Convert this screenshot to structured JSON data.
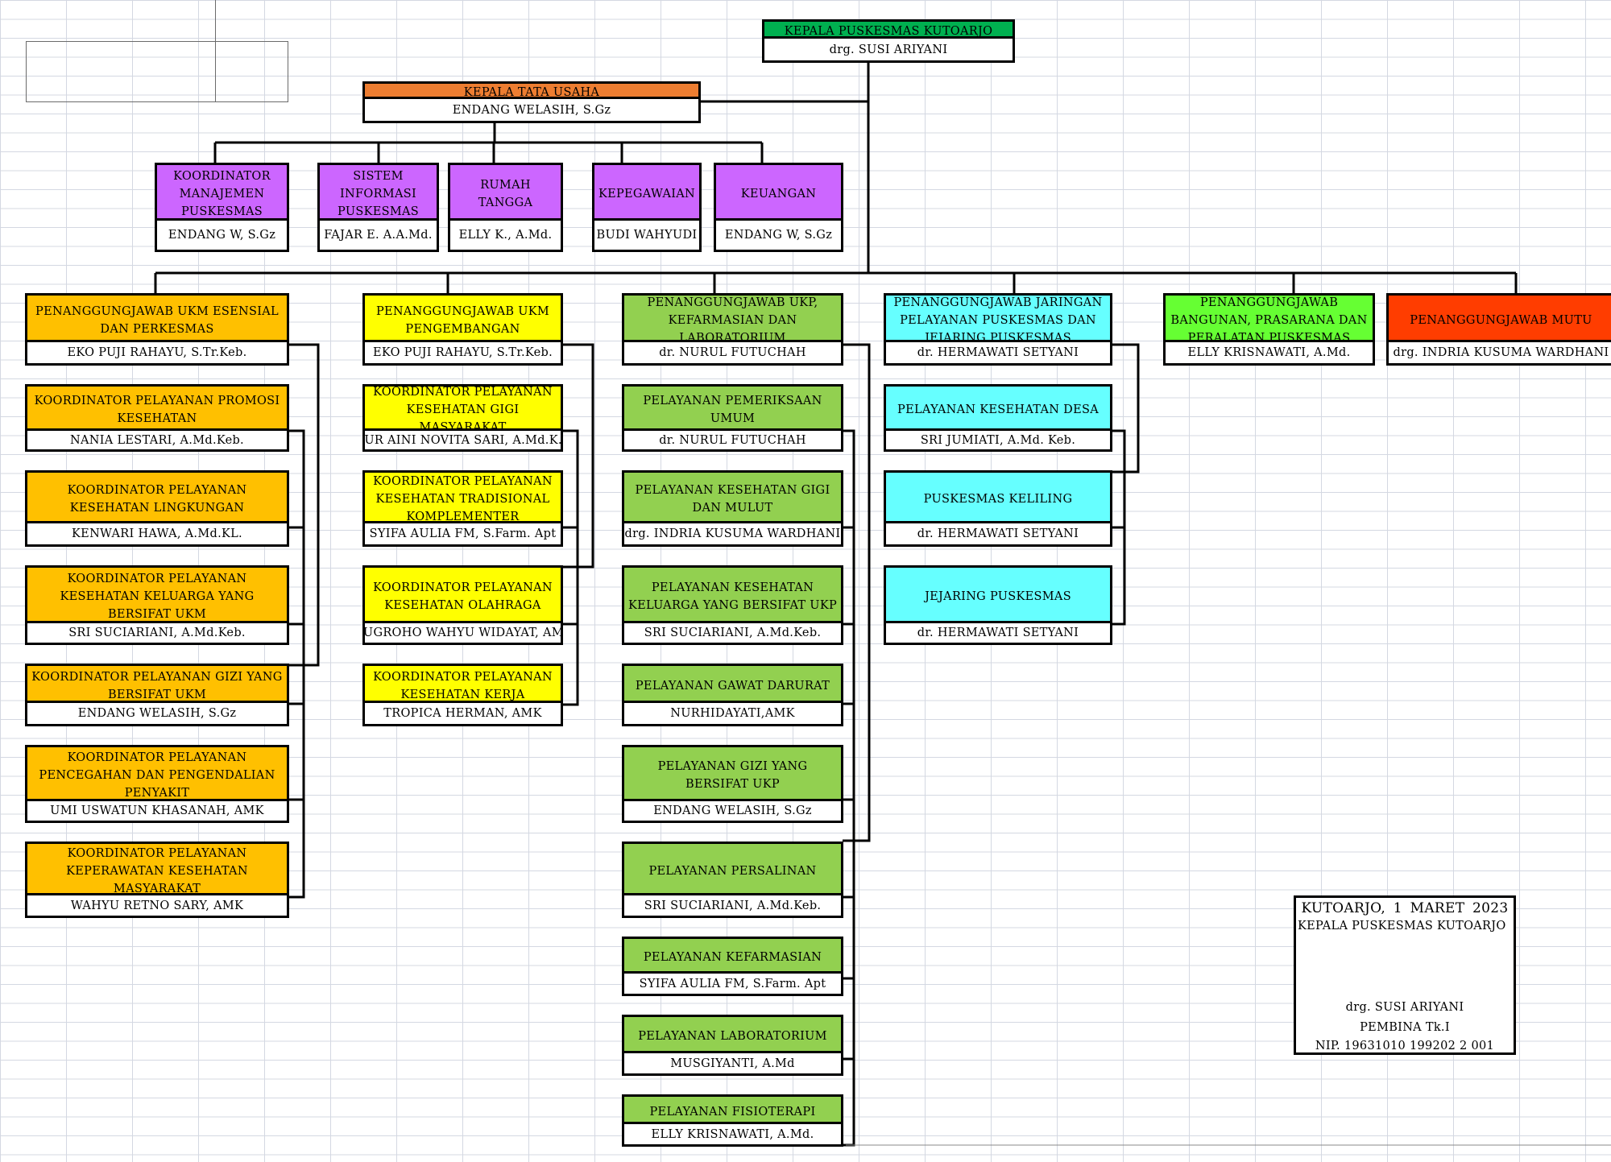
{
  "head": {
    "title": "KEPALA PUSKESMAS KUTOARJO",
    "name": "drg. SUSI ARIYANI"
  },
  "admin": {
    "title": "KEPALA TATA USAHA",
    "name": "ENDANG WELASIH, S.Gz"
  },
  "admin_units": [
    {
      "title": "KOORDINATOR MANAJEMEN PUSKESMAS",
      "name": "ENDANG W, S.Gz"
    },
    {
      "title": "SISTEM INFORMASI PUSKESMAS",
      "name": "FAJAR E. A.A.Md."
    },
    {
      "title": "RUMAH TANGGA",
      "name": "ELLY K., A.Md."
    },
    {
      "title": "KEPEGAWAIAN",
      "name": "BUDI WAHYUDI"
    },
    {
      "title": "KEUANGAN",
      "name": "ENDANG W, S.Gz"
    }
  ],
  "ukm_esensial": {
    "title": "PENANGGUNGJAWAB UKM ESENSIAL DAN PERKESMAS",
    "name": "EKO PUJI RAHAYU, S.Tr.Keb.",
    "items": [
      {
        "title": "KOORDINATOR PELAYANAN PROMOSI KESEHATAN",
        "name": "NANIA LESTARI, A.Md.Keb."
      },
      {
        "title": "KOORDINATOR PELAYANAN KESEHATAN LINGKUNGAN",
        "name": "KENWARI HAWA, A.Md.KL."
      },
      {
        "title": "KOORDINATOR PELAYANAN KESEHATAN KELUARGA YANG BERSIFAT UKM",
        "name": "SRI SUCIARIANI, A.Md.Keb."
      },
      {
        "title": "KOORDINATOR PELAYANAN GIZI YANG BERSIFAT UKM",
        "name": "ENDANG WELASIH, S.Gz"
      },
      {
        "title": "KOORDINATOR PELAYANAN PENCEGAHAN DAN PENGENDALIAN PENYAKIT",
        "name": "UMI USWATUN KHASANAH, AMK"
      },
      {
        "title": "KOORDINATOR PELAYANAN KEPERAWATAN KESEHATAN MASYARAKAT",
        "name": "WAHYU RETNO SARY, AMK"
      }
    ]
  },
  "ukm_pengembangan": {
    "title": "PENANGGUNGJAWAB UKM PENGEMBANGAN",
    "name": "EKO PUJI RAHAYU, S.Tr.Keb.",
    "items": [
      {
        "title": "KOORDINATOR PELAYANAN KESEHATAN GIGI MASYARAKAT",
        "name": "NUR AINI NOVITA SARI, A.Md.K.G"
      },
      {
        "title": "KOORDINATOR PELAYANAN KESEHATAN TRADISIONAL KOMPLEMENTER",
        "name": "SYIFA AULIA FM, S.Farm. Apt"
      },
      {
        "title": "KOORDINATOR PELAYANAN KESEHATAN OLAHRAGA",
        "name": "NUGROHO WAHYU WIDAYAT, AMK"
      },
      {
        "title": "KOORDINATOR PELAYANAN KESEHATAN KERJA",
        "name": "TROPICA HERMAN, AMK"
      }
    ]
  },
  "ukp": {
    "title": "PENANGGUNGJAWAB UKP, KEFARMASIAN DAN LABORATORIUM",
    "name": "dr. NURUL FUTUCHAH",
    "items": [
      {
        "title": "PELAYANAN PEMERIKSAAN UMUM",
        "name": "dr. NURUL FUTUCHAH"
      },
      {
        "title": "PELAYANAN KESEHATAN GIGI DAN MULUT",
        "name": "drg. INDRIA KUSUMA WARDHANI"
      },
      {
        "title": "PELAYANAN KESEHATAN KELUARGA YANG BERSIFAT UKP",
        "name": "SRI SUCIARIANI, A.Md.Keb."
      },
      {
        "title": "PELAYANAN GAWAT DARURAT",
        "name": "NURHIDAYATI,AMK"
      },
      {
        "title": "PELAYANAN GIZI YANG BERSIFAT UKP",
        "name": "ENDANG WELASIH, S.Gz"
      },
      {
        "title": "PELAYANAN PERSALINAN",
        "name": "SRI SUCIARIANI, A.Md.Keb."
      },
      {
        "title": "PELAYANAN KEFARMASIAN",
        "name": "SYIFA AULIA FM, S.Farm. Apt"
      },
      {
        "title": "PELAYANAN LABORATORIUM",
        "name": "MUSGIYANTI, A.Md"
      },
      {
        "title": "PELAYANAN FISIOTERAPI",
        "name": "ELLY KRISNAWATI, A.Md."
      }
    ]
  },
  "jaringan": {
    "title": "PENANGGUNGJAWAB JARINGAN PELAYANAN PUSKESMAS DAN JEJARING PUSKESMAS",
    "name": "dr. HERMAWATI SETYANI",
    "items": [
      {
        "title": "PELAYANAN KESEHATAN DESA",
        "name": "SRI JUMIATI, A.Md. Keb."
      },
      {
        "title": "PUSKESMAS KELILING",
        "name": "dr. HERMAWATI SETYANI"
      },
      {
        "title": "JEJARING PUSKESMAS",
        "name": "dr. HERMAWATI SETYANI"
      }
    ]
  },
  "bangunan": {
    "title": "PENANGGUNGJAWAB BANGUNAN, PRASARANA DAN PERALATAN PUSKESMAS",
    "name": "ELLY KRISNAWATI, A.Md."
  },
  "mutu": {
    "title": "PENANGGUNGJAWAB MUTU",
    "name": "drg. INDRIA KUSUMA WARDHANI"
  },
  "signature": {
    "place_date": "KUTOARJO,  1 MARET  2023",
    "role": "KEPALA PUSKESMAS KUTOARJO",
    "name": "drg. SUSI ARIYANI",
    "rank": "PEMBINA Tk.I",
    "nip": "NIP. 19631010 199202 2 001"
  },
  "colors": {
    "head": "#00b050",
    "admin": "#ed7d31",
    "admin_units": "#cc66ff",
    "ukm_esensial": "#ffc000",
    "ukm_pengembangan": "#ffff00",
    "ukp": "#92d050",
    "jaringan": "#66ffff",
    "bangunan": "#66ff33",
    "mutu": "#ff3d00"
  }
}
